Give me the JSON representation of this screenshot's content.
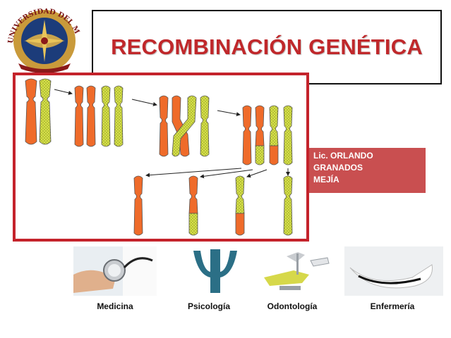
{
  "header": {
    "title": "RECOMBINACIÓN GENÉTICA",
    "logo_text": "UNIVERSIDAD DEL MAGDALENA"
  },
  "author": {
    "line1": "Lic. ORLANDO",
    "line2": "GRANADOS",
    "line3": "MEJÍA"
  },
  "diagram": {
    "accent_color": "#c4232b",
    "chromosome_colors": {
      "orange": "#ef6b2a",
      "yellow": "#d7e04a"
    }
  },
  "categories": [
    {
      "label": "Medicina",
      "icon": "stethoscope-icon"
    },
    {
      "label": "Psicología",
      "icon": "psi-icon"
    },
    {
      "label": "Odontología",
      "icon": "dental-chair-icon"
    },
    {
      "label": "Enfermería",
      "icon": "nurse-cap-icon"
    }
  ]
}
